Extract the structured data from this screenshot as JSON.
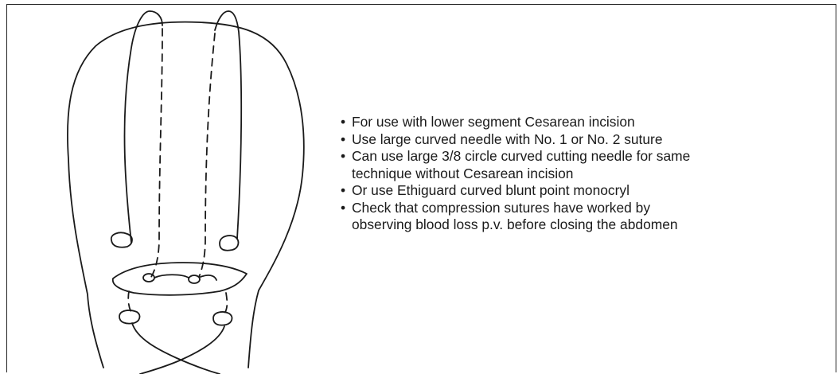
{
  "notes": [
    {
      "text": "For use with lower segment Cesarean incision"
    },
    {
      "text": "Use large curved needle with No. 1 or No. 2 suture"
    },
    {
      "text": "Can use large 3/8 circle curved cutting needle for same\ntechnique without Cesarean incision"
    },
    {
      "text": "Or use Ethiguard curved blunt point monocryl"
    },
    {
      "text": "Check that compression sutures have worked by\nobserving blood loss p.v. before closing the abdomen"
    }
  ]
}
